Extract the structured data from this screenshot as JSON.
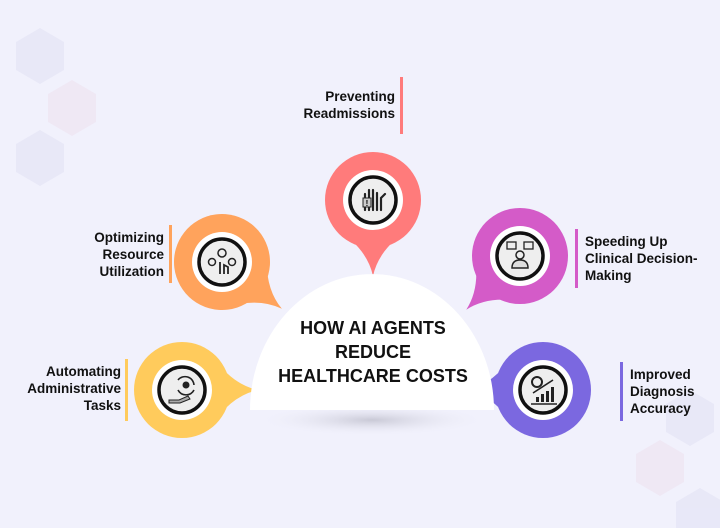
{
  "title": [
    "HOW AI AGENTS",
    "REDUCE",
    "HEALTHCARE COSTS"
  ],
  "items": [
    {
      "id": "preventing-readmissions",
      "lines": [
        "Preventing",
        "Readmissions"
      ],
      "color": "#FF7B7B",
      "icon": "stop-hand-icon"
    },
    {
      "id": "optimizing-resource-utilization",
      "lines": [
        "Optimizing",
        "Resource",
        "Utilization"
      ],
      "color": "#FFA35C",
      "icon": "resource-gear-hand-icon"
    },
    {
      "id": "speeding-up-clinical-decision-making",
      "lines": [
        "Speeding Up",
        "Clinical Decision-",
        "Making"
      ],
      "color": "#D45BC8",
      "icon": "decision-person-icon"
    },
    {
      "id": "automating-administrative-tasks",
      "lines": [
        "Automating",
        "Administrative",
        "Tasks"
      ],
      "color": "#FFCB5C",
      "icon": "automation-hand-icon"
    },
    {
      "id": "improved-diagnosis-accuracy",
      "lines": [
        "Improved",
        "Diagnosis",
        "Accuracy"
      ],
      "color": "#7B68E0",
      "icon": "growth-chart-bulb-icon"
    }
  ]
}
